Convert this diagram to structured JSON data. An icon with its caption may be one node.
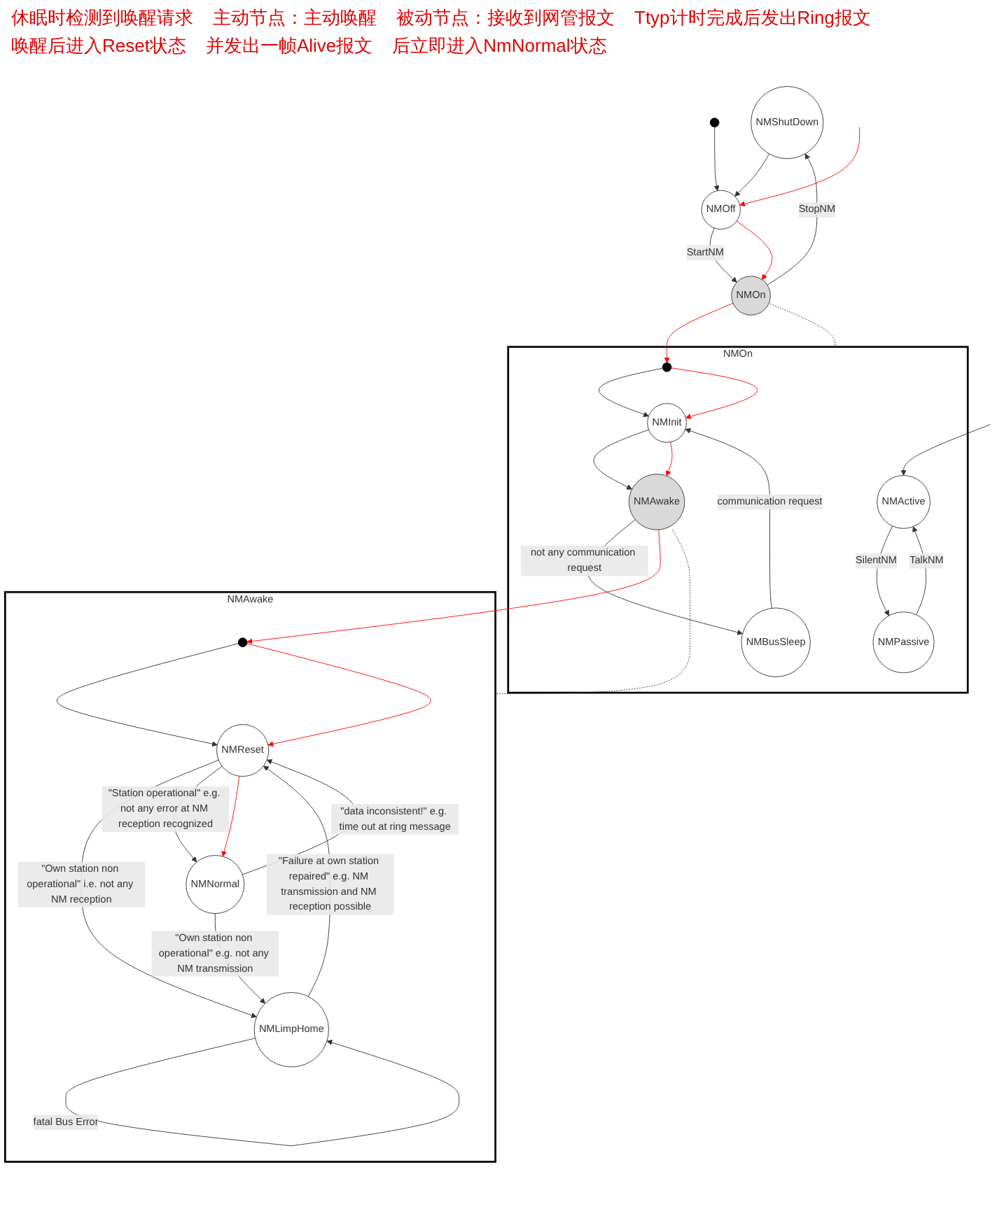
{
  "diagram": {
    "nodes": [
      {
        "text": [
          "NMShutDown"
        ]
      },
      {
        "text": [
          "NMOn"
        ]
      },
      {
        "text": [
          "NMOff"
        ]
      },
      {
        "text": [],
        "shape": "circle"
      },
      {
        "text": [
          "NMOn"
        ]
      },
      {
        "text": [
          "NMBusSleep"
        ],
        "in": 4
      },
      {
        "text": [
          "NMAwake"
        ],
        "in": 4
      },
      {
        "text": [],
        "shape": "circle",
        "in": 4
      },
      {
        "text": [
          "NMInit"
        ],
        "in": 4
      },
      {
        "text": [
          "NMActive"
        ],
        "in": 4
      },
      {
        "text": [
          "NMPassive"
        ],
        "in": 4
      },
      {
        "text": [
          "NMAwake"
        ]
      },
      {
        "text": [
          "NMLimpHome"
        ],
        "in": 11
      },
      {
        "text": [
          "NMNormal"
        ],
        "in": 11
      },
      {
        "text": [],
        "shape": "circle",
        "in": 11
      },
      {
        "text": [
          "NMReset"
        ],
        "in": 11
      }
    ],
    "edges": [
      {
        "from": 1,
        "to": 0,
        "arrow": "to",
        "label": "StopNM"
      },
      {
        "from": 0,
        "to": 2,
        "arrow": "to"
      },
      {
        "from": 3,
        "to": 2,
        "arrow": "to"
      },
      {
        "from": 2,
        "to": 1,
        "arrow": "to",
        "label": "StartNM"
      },
      {
        "from": 1,
        "to": 4,
        "arrow": "none",
        "style": "dashed"
      },
      {
        "from": 6,
        "to": 5,
        "arrow": "to",
        "label": "not any communication request"
      },
      {
        "from": 5,
        "to": 8,
        "arrow": "to",
        "label": "communication request"
      },
      {
        "from": 7,
        "to": 8,
        "arrow": "to"
      },
      {
        "from": 8,
        "to": 6,
        "arrow": "to"
      },
      {
        "from": null,
        "to": 9,
        "arrow": "to"
      },
      {
        "from": 9,
        "to": 10,
        "arrow": "to",
        "label": "SilentNM"
      },
      {
        "from": 10,
        "to": 9,
        "arrow": "to",
        "label": "TalkNM"
      },
      {
        "from": 6,
        "to": 11,
        "arrow": "none",
        "style": "dashed"
      },
      {
        "from": 12,
        "to": 12,
        "arrow": "to",
        "label": "fatal Bus Error"
      },
      {
        "from": 13,
        "to": 12,
        "arrow": "to",
        "label": "\"Own station non operational\" e.g. not any NM transmission"
      },
      {
        "from": 15,
        "to": 12,
        "arrow": "to",
        "label": "\"Own station non operational\" i.e. not any NM reception"
      },
      {
        "from": 12,
        "to": 15,
        "arrow": "to",
        "label": "\"Failure at own station repaired\" e.g. NM transmission and NM reception possible"
      },
      {
        "from": 14,
        "to": 15,
        "arrow": "to"
      },
      {
        "from": 15,
        "to": 13,
        "arrow": "to",
        "label": "\"Station operational\" e.g. not any error at NM reception recognized"
      },
      {
        "from": 13,
        "to": 15,
        "arrow": "to",
        "label": "\"data inconsistent!\" e.g. time out at ring message"
      },
      {
        "from": null,
        "to": 2,
        "arrow": "to",
        "color": "#ff0000"
      },
      {
        "from": 2,
        "to": 1,
        "arrow": "to",
        "color": "#ff0000"
      },
      {
        "from": 1,
        "to": 7,
        "arrow": "to",
        "color": "#ff0000"
      },
      {
        "from": 7,
        "to": 8,
        "arrow": "to",
        "color": "#ff0000"
      },
      {
        "from": 8,
        "to": 6,
        "arrow": "to",
        "color": "#ff0000"
      },
      {
        "from": 6,
        "to": 14,
        "arrow": "to",
        "color": "#ff0000"
      },
      {
        "from": 14,
        "to": 15,
        "arrow": "to",
        "color": "#ff0000"
      },
      {
        "from": 15,
        "to": 13,
        "arrow": "to",
        "color": "#ff0000"
      }
    ],
    "labels": [
      "休眠时检测到唤醒请求",
      "主动节点：主动唤醒",
      "被动节点：接收到网管报文",
      "Ttyp计时完成后发出Ring报文",
      "唤醒后进入Reset状态",
      "并发出一帧Alive报文",
      "后立即进入NmNormal状态"
    ]
  }
}
